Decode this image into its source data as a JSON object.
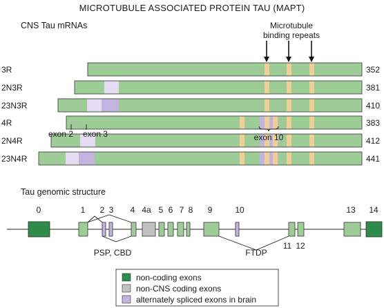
{
  "title": "MICROTUBULE ASSOCIATED PROTEIN TAU (MAPT)",
  "mrna_section_label": "CNS Tau mRNAs",
  "repeats_label": [
    "Microtubule",
    "binding repeats"
  ],
  "isoforms": [
    {
      "name": "3R",
      "length": "352"
    },
    {
      "name": "2N3R",
      "length": "381"
    },
    {
      "name": "23N3R",
      "length": "410"
    },
    {
      "name": "4R",
      "length": "383"
    },
    {
      "name": "2N4R",
      "length": "412"
    },
    {
      "name": "23N4R",
      "length": "441"
    }
  ],
  "exon_labels": {
    "exon2": "exon 2",
    "exon3": "exon 3",
    "exon10": "exon 10"
  },
  "genomic_section_label": "Tau genomic structure",
  "genomic_exons": [
    "0",
    "1",
    "2",
    "3",
    "4",
    "4a",
    "5",
    "6",
    "7",
    "8",
    "9",
    "10",
    "11",
    "12",
    "13",
    "14"
  ],
  "disease_labels": {
    "psp": "PSP, CBD",
    "ftdp": "FTDP"
  },
  "legend": [
    {
      "label": "non-coding exons",
      "color": "#2e8b4a"
    },
    {
      "label": "non-CNS coding exons",
      "color": "#c2c2c2"
    },
    {
      "label": "alternately spliced exons in brain",
      "color": "#c2b4de"
    }
  ],
  "colors": {
    "isoform_bar": "#9dcc96",
    "repeat": "#f0cf96",
    "alt_exon": "#c2b4de",
    "alt_exon_light": "#e4dcf0",
    "coding_exon": "#9dcc96",
    "noncoding_exon": "#2e8b4a",
    "nonCNS_exon": "#c2c2c2",
    "line": "#222222"
  }
}
